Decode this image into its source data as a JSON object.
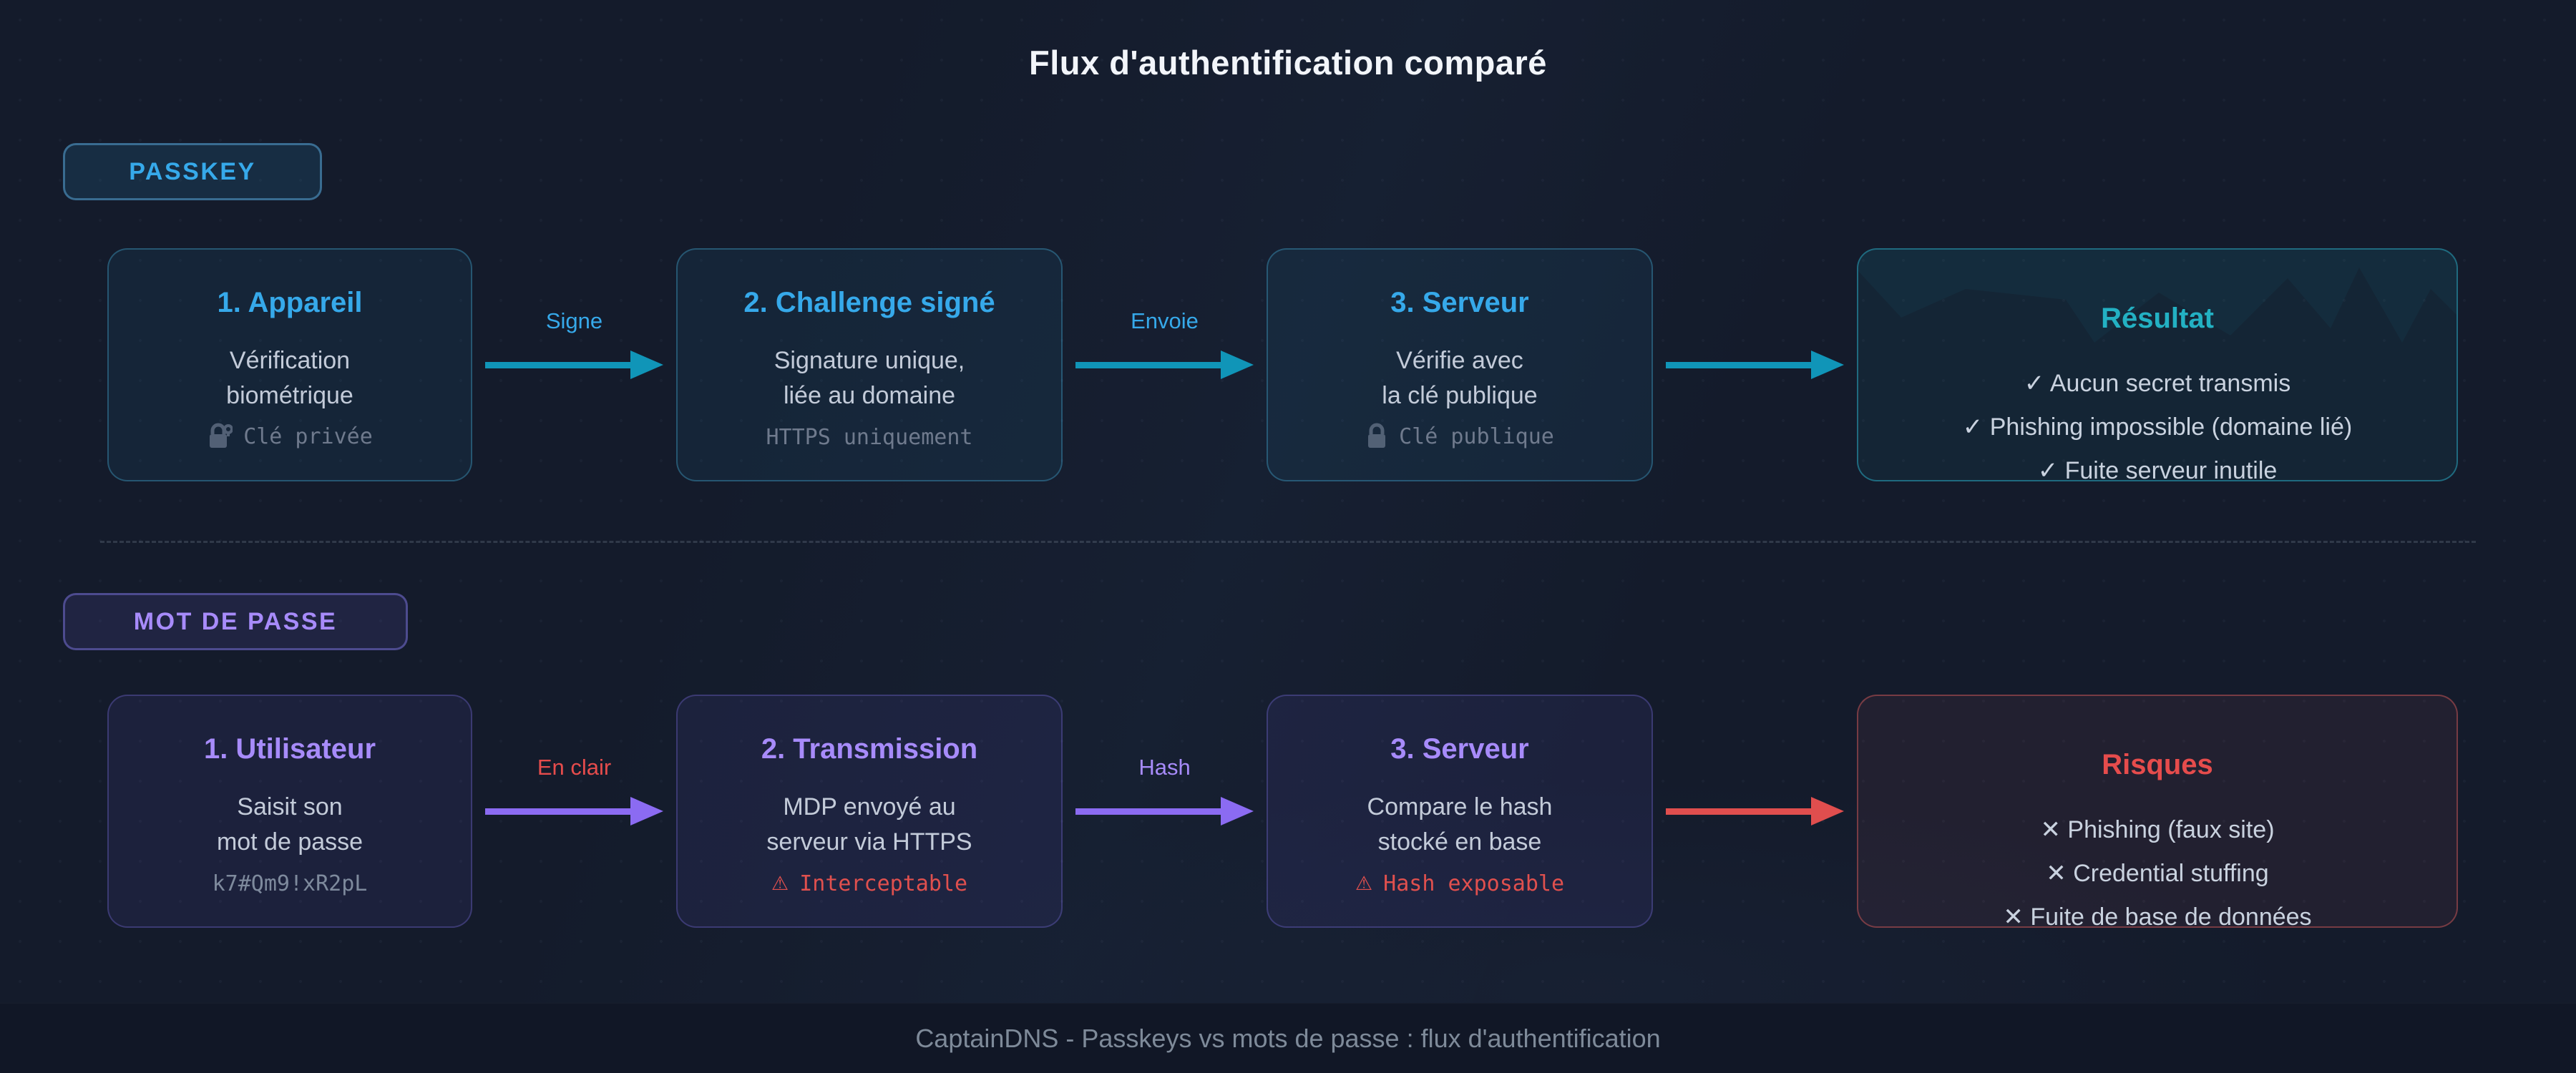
{
  "page": {
    "title": "Flux d'authentification comparé",
    "footer": "CaptainDNS - Passkeys vs mots de passe : flux d'authentification"
  },
  "colors": {
    "background": "#141b2b",
    "passkey_accent": "#36a9ea",
    "passkey_arrow": "#1095b8",
    "result_accent": "#23b1c3",
    "password_accent": "#a78bfa",
    "password_arrow": "#8b6bf2",
    "danger": "#e64c4c",
    "body_text": "#c3cbd9",
    "muted_mono": "#6f7a8d"
  },
  "icons": {
    "warning_glyph": "⚠"
  },
  "passkey": {
    "badge": "PASSKEY",
    "steps": [
      {
        "title": "1. Appareil",
        "desc_line1": "Vérification",
        "desc_line2": "biométrique",
        "note": "Clé privée",
        "note_icon": "lock-key-icon"
      },
      {
        "title": "2. Challenge signé",
        "desc_line1": "Signature unique,",
        "desc_line2": "liée au domaine",
        "note": "HTTPS uniquement",
        "note_icon": ""
      },
      {
        "title": "3. Serveur",
        "desc_line1": "Vérifie avec",
        "desc_line2": "la clé publique",
        "note": "Clé publique",
        "note_icon": "lock-icon"
      }
    ],
    "arrow_labels": [
      "Signe",
      "Envoie",
      ""
    ],
    "result": {
      "title": "Résultat",
      "items": [
        "✓ Aucun secret transmis",
        "✓ Phishing impossible (domaine lié)",
        "✓ Fuite serveur inutile"
      ]
    }
  },
  "password": {
    "badge": "MOT DE PASSE",
    "steps": [
      {
        "title": "1. Utilisateur",
        "desc_line1": "Saisit son",
        "desc_line2": "mot de passe",
        "note": "k7#Qm9!xR2pL",
        "note_icon": ""
      },
      {
        "title": "2. Transmission",
        "desc_line1": "MDP envoyé au",
        "desc_line2": "serveur via HTTPS",
        "note": "Interceptable",
        "note_icon": "warning-icon"
      },
      {
        "title": "3. Serveur",
        "desc_line1": "Compare le hash",
        "desc_line2": "stocké en base",
        "note": "Hash exposable",
        "note_icon": "warning-icon"
      }
    ],
    "arrow_labels": [
      "En clair",
      "Hash",
      ""
    ],
    "result": {
      "title": "Risques",
      "items": [
        "✕ Phishing (faux site)",
        "✕ Credential stuffing",
        "✕ Fuite de base de données"
      ]
    }
  }
}
